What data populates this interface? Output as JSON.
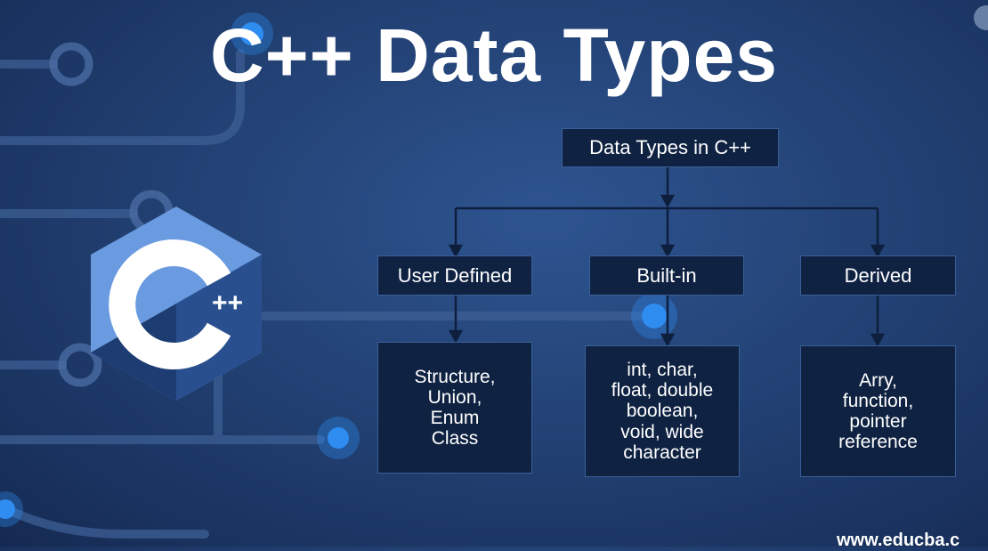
{
  "title": "C++ Data Types",
  "logo_text": "C++",
  "root": {
    "label": "Data Types in C++"
  },
  "categories": [
    {
      "label": "User Defined",
      "items": [
        "Structure,",
        "Union,",
        "Enum",
        "Class"
      ]
    },
    {
      "label": "Built-in",
      "items": [
        "int, char,",
        "float, double",
        "boolean,",
        "void, wide",
        "character"
      ]
    },
    {
      "label": "Derived",
      "items": [
        "Arry,",
        "function,",
        "pointer",
        "reference"
      ]
    }
  ],
  "watermark": "www.educba.c",
  "colors": {
    "background": "#1f3d6e",
    "box_fill": "#0f2242",
    "connector": "#0d1f3c",
    "accent_dot": "#2f8cf0",
    "logo_blue": "#5b8fd6"
  }
}
